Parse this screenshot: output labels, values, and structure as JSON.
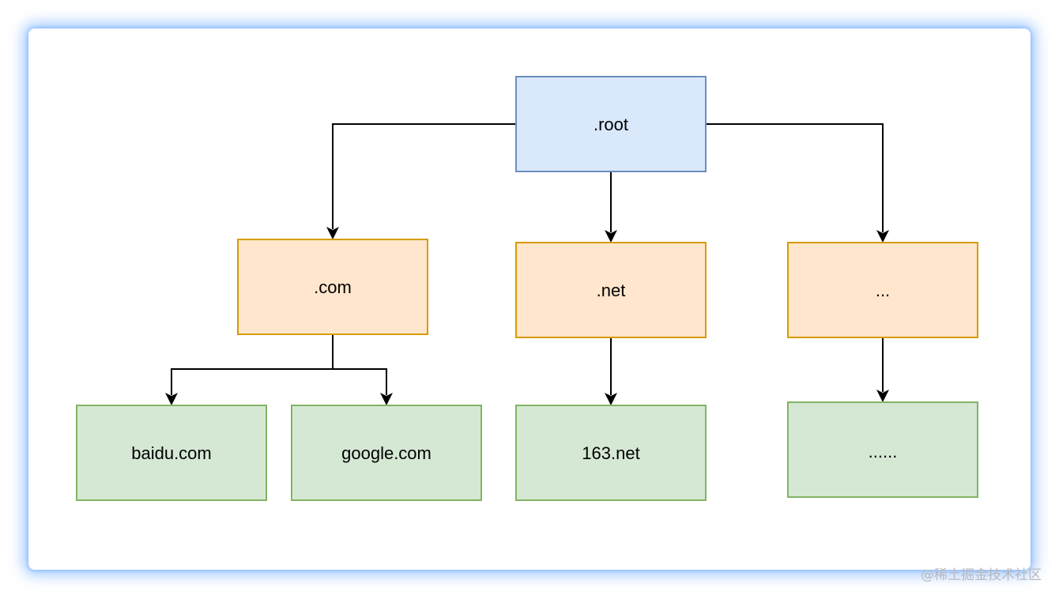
{
  "nodes": {
    "root": ".root",
    "com": ".com",
    "net": ".net",
    "other_tld": "...",
    "baidu": "baidu.com",
    "google": "google.com",
    "net163": "163.net",
    "other_domain": "......"
  },
  "colors": {
    "root_fill": "#dae8fc",
    "root_stroke": "#6c8ebf",
    "tld_fill": "#ffe6cc",
    "tld_stroke": "#d79b00",
    "leaf_fill": "#d5e8d4",
    "leaf_stroke": "#82b366",
    "card_glow": "#4a96ff"
  },
  "watermark": "@稀土掘金技术社区"
}
